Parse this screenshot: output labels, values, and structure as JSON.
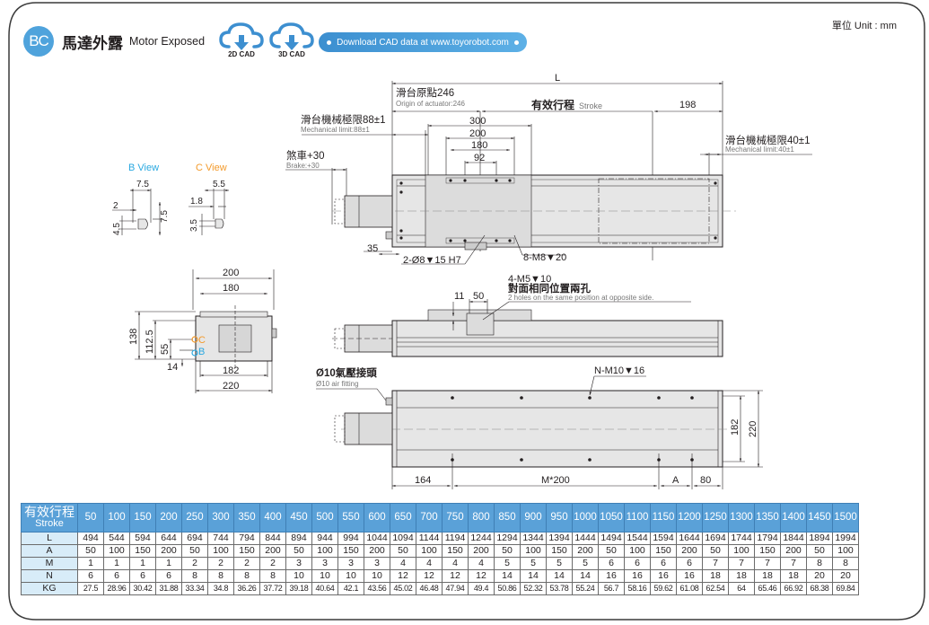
{
  "header": {
    "badge": "BC",
    "title_zh": "馬達外露",
    "title_en": "Motor Exposed",
    "cad_2d_label": "2D CAD",
    "cad_3d_label": "3D CAD",
    "download_text": "Download CAD data at www.toyorobot.com",
    "unit": "單位 Unit : mm",
    "accent_color": "#4fa3dc"
  },
  "views": {
    "b_view_title": "B View",
    "c_view_title": "C View",
    "b_view_color": "#29a8e0",
    "c_view_color": "#f39a2b",
    "b_dims": [
      "7.5",
      "2",
      "7.5",
      "4.5"
    ],
    "c_dims": [
      "5.5",
      "1.8",
      "3.5"
    ]
  },
  "end_view": {
    "dims": [
      "200",
      "180",
      "138",
      "112.5",
      "55",
      "14",
      "182",
      "220"
    ],
    "marker_c": "C",
    "marker_b": "B"
  },
  "top_view": {
    "L": "L",
    "origin_zh": "滑台原點246",
    "origin_en": "Origin of actuator:246",
    "stroke_zh": "有效行程",
    "stroke_en": "Stroke",
    "dim_198": "198",
    "mech_limit_left_zh": "滑台機械極限88±1",
    "mech_limit_left_en": "Mechanical limit:88±1",
    "mech_limit_right_zh": "滑台機械極限40±1",
    "mech_limit_right_en": "Mechanical limit:40±1",
    "brake_zh": "煞車+30",
    "brake_en": "Brake:+30",
    "dims_slider": [
      "300",
      "200",
      "180",
      "92"
    ],
    "dim_35": "35",
    "pin_note": "2-Ø8▼15 H7",
    "tap_note": "8-M8▼20"
  },
  "side_view": {
    "hole_note": "4-M5▼10",
    "hole_zh": "對面相同位置兩孔",
    "hole_en": "2 holes on the same position at opposite side.",
    "dim_11": "11",
    "dim_50": "50"
  },
  "bottom_view": {
    "air_zh": "Ø10氣壓接頭",
    "air_en": "Ø10 air fitting",
    "tap_note": "N-M10▼16",
    "dim_164": "164",
    "dim_m200": "M*200",
    "dim_a": "A",
    "dim_80": "80",
    "dim_182": "182",
    "dim_220": "220"
  },
  "table": {
    "header_zh": "有效行程",
    "header_en": "Stroke",
    "strokes": [
      "50",
      "100",
      "150",
      "200",
      "250",
      "300",
      "350",
      "400",
      "450",
      "500",
      "550",
      "600",
      "650",
      "700",
      "750",
      "800",
      "850",
      "900",
      "950",
      "1000",
      "1050",
      "1100",
      "1150",
      "1200",
      "1250",
      "1300",
      "1350",
      "1400",
      "1450",
      "1500"
    ],
    "rows": [
      {
        "label": "L",
        "values": [
          "494",
          "544",
          "594",
          "644",
          "694",
          "744",
          "794",
          "844",
          "894",
          "944",
          "994",
          "1044",
          "1094",
          "1144",
          "1194",
          "1244",
          "1294",
          "1344",
          "1394",
          "1444",
          "1494",
          "1544",
          "1594",
          "1644",
          "1694",
          "1744",
          "1794",
          "1844",
          "1894",
          "1994"
        ]
      },
      {
        "label": "A",
        "values": [
          "50",
          "100",
          "150",
          "200",
          "50",
          "100",
          "150",
          "200",
          "50",
          "100",
          "150",
          "200",
          "50",
          "100",
          "150",
          "200",
          "50",
          "100",
          "150",
          "200",
          "50",
          "100",
          "150",
          "200",
          "50",
          "100",
          "150",
          "200",
          "50",
          "100"
        ]
      },
      {
        "label": "M",
        "values": [
          "1",
          "1",
          "1",
          "1",
          "2",
          "2",
          "2",
          "2",
          "3",
          "3",
          "3",
          "3",
          "4",
          "4",
          "4",
          "4",
          "5",
          "5",
          "5",
          "5",
          "6",
          "6",
          "6",
          "6",
          "7",
          "7",
          "7",
          "7",
          "8",
          "8"
        ]
      },
      {
        "label": "N",
        "values": [
          "6",
          "6",
          "6",
          "6",
          "8",
          "8",
          "8",
          "8",
          "10",
          "10",
          "10",
          "10",
          "12",
          "12",
          "12",
          "12",
          "14",
          "14",
          "14",
          "14",
          "16",
          "16",
          "16",
          "16",
          "18",
          "18",
          "18",
          "18",
          "20",
          "20"
        ]
      },
      {
        "label": "KG",
        "values": [
          "27.5",
          "28.96",
          "30.42",
          "31.88",
          "33.34",
          "34.8",
          "36.26",
          "37.72",
          "39.18",
          "40.64",
          "42.1",
          "43.56",
          "45.02",
          "46.48",
          "47.94",
          "49.4",
          "50.86",
          "52.32",
          "53.78",
          "55.24",
          "56.7",
          "58.16",
          "59.62",
          "61.08",
          "62.54",
          "64",
          "65.46",
          "66.92",
          "68.38",
          "69.84"
        ]
      }
    ]
  }
}
